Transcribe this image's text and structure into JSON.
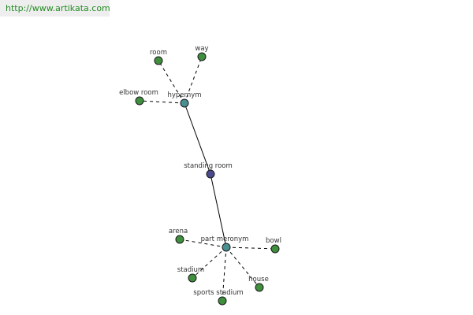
{
  "header": {
    "url": "http://www.artikata.com"
  },
  "graph": {
    "center": {
      "label": "standing room",
      "color": "#4a4a8c"
    },
    "hubs": [
      {
        "id": "hypernym",
        "label": "hypernym",
        "color": "#4a9090"
      },
      {
        "id": "part-meronym",
        "label": "part meronym",
        "color": "#4a9090"
      }
    ],
    "leaves": [
      {
        "hub": "hypernym",
        "label": "room",
        "color": "#3f8f3f"
      },
      {
        "hub": "hypernym",
        "label": "way",
        "color": "#3f8f3f"
      },
      {
        "hub": "hypernym",
        "label": "elbow room",
        "color": "#3f8f3f"
      },
      {
        "hub": "part-meronym",
        "label": "arena",
        "color": "#3f8f3f"
      },
      {
        "hub": "part-meronym",
        "label": "bowl",
        "color": "#3f8f3f"
      },
      {
        "hub": "part-meronym",
        "label": "stadium",
        "color": "#3f8f3f"
      },
      {
        "hub": "part-meronym",
        "label": "house",
        "color": "#3f8f3f"
      },
      {
        "hub": "part-meronym",
        "label": "sports stadium",
        "color": "#3f8f3f"
      }
    ]
  }
}
